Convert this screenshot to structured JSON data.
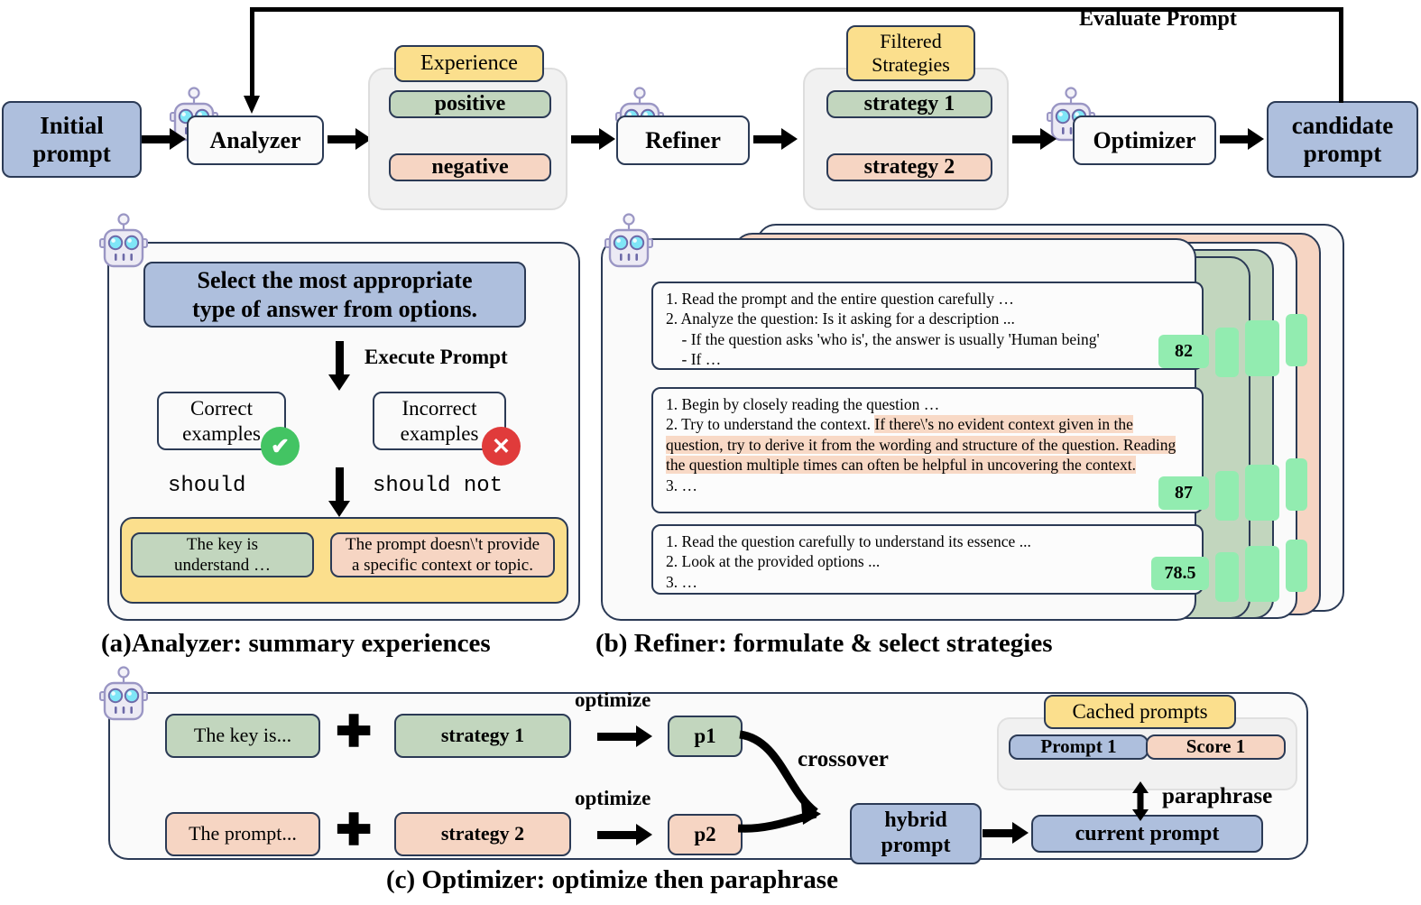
{
  "pipeline": {
    "initial_prompt": "Initial\nprompt",
    "analyzer": "Analyzer",
    "experience_title": "Experience",
    "experience_positive": "positive",
    "experience_negative": "negative",
    "refiner": "Refiner",
    "filtered_title": "Filtered\nStrategies",
    "strategy_1": "strategy 1",
    "strategy_2": "strategy 2",
    "optimizer": "Optimizer",
    "candidate_prompt": "candidate\nprompt",
    "evaluate_prompt": "Evaluate Prompt"
  },
  "panel_a": {
    "caption": "(a)Analyzer: summary experiences",
    "prompt_text": "Select the most appropriate\ntype of answer from options.",
    "execute_label": "Execute Prompt",
    "correct_examples": "Correct\nexamples",
    "incorrect_examples": "Incorrect\nexamples",
    "should": "should",
    "should_not": "should not",
    "positive_experience": "The key is\nunderstand …",
    "negative_experience": "The prompt doesn\\'t provide\na specific context or topic.",
    "check_icon": "✔",
    "x_icon": "✕"
  },
  "panel_b": {
    "caption": "(b) Refiner: formulate & select strategies",
    "strategies": [
      {
        "lines": [
          "1. Read the prompt and the entire question carefully …",
          "2. Analyze the question: Is it asking for a description ...",
          "    - If the question asks 'who is', the answer is usually 'Human being'",
          "    - If …"
        ],
        "score": "82"
      },
      {
        "lines": [
          "1. Begin by closely reading the question …",
          "2. Try to understand the context. ",
          "If there\\'s no evident context given in the question, try to derive it from the wording and structure of the question. Reading the question multiple times can often be helpful in uncovering the context.",
          "3. …"
        ],
        "score": "87"
      },
      {
        "lines": [
          "1. Read the question carefully to understand its essence ...",
          "2. Look at the provided options ...",
          "3. …"
        ],
        "score": "78.5"
      }
    ]
  },
  "panel_c": {
    "caption": "(c) Optimizer:  optimize then paraphrase",
    "experience_pos": "The key is...",
    "experience_neg": "The prompt...",
    "strategy_1": "strategy 1",
    "strategy_2": "strategy 2",
    "optimize_label_1": "optimize",
    "optimize_label_2": "optimize",
    "p1": "p1",
    "p2": "p2",
    "plus_icon": "✚",
    "crossover": "crossover",
    "hybrid_prompt": "hybrid\nprompt",
    "current_prompt": "current prompt",
    "cached_prompts": "Cached prompts",
    "prompt_1": "Prompt 1",
    "score_1": "Score 1",
    "paraphrase": "paraphrase"
  },
  "colors": {
    "blue": "#aebfdd",
    "green": "#c2d6be",
    "peach": "#f6d5c3",
    "yellow": "#fbdf8d",
    "badge_green": "#92ecb0",
    "highlight_peach": "#f8d9c6",
    "stroke": "#2b3a55",
    "check_green": "#43c463",
    "x_red": "#e03b3b"
  }
}
